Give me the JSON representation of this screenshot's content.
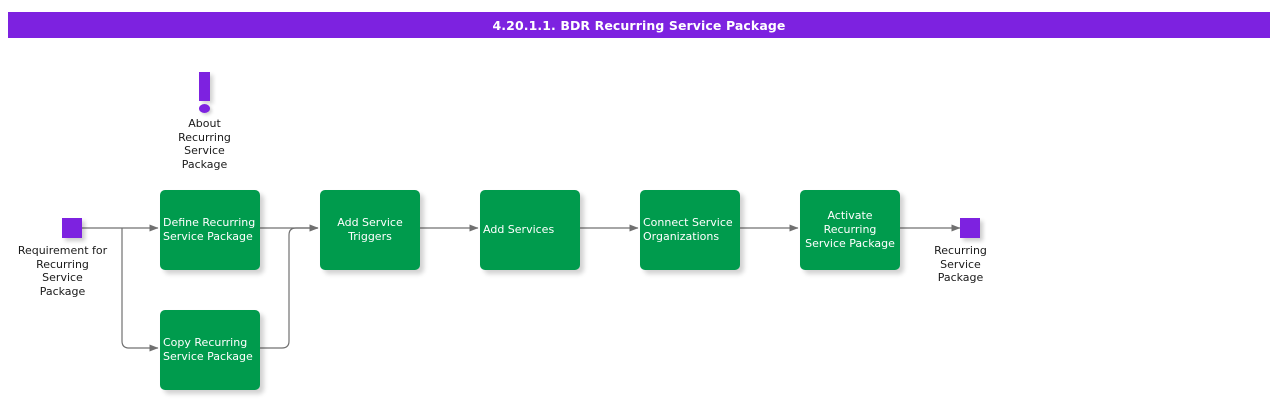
{
  "colors": {
    "title_bar": "#7d22e0",
    "title_text": "#ffffff",
    "process_box": "#009b4d",
    "process_text": "#ffffff",
    "terminator": "#7d22e0",
    "connector": "#707070",
    "label_text": "#1a1a1a",
    "page_background": "#ffffff"
  },
  "header": {
    "title": "4.20.1.1. BDR Recurring Service Package"
  },
  "diagram": {
    "type": "flowchart",
    "note": {
      "icon": "exclamation-icon",
      "label": "About\nRecurring\nService\nPackage"
    },
    "start_node": {
      "icon": "terminator-square",
      "label": "Requirement for\nRecurring\nService\nPackage"
    },
    "end_node": {
      "icon": "terminator-square",
      "label": "Recurring\nService\nPackage"
    },
    "steps": [
      {
        "id": "define-recurring-service-package",
        "label": "Define Recurring\nService Package",
        "align": "left"
      },
      {
        "id": "copy-recurring-service-package",
        "label": "Copy Recurring\nService Package",
        "align": "left"
      },
      {
        "id": "add-service-triggers",
        "label": "Add Service\nTriggers",
        "align": "center"
      },
      {
        "id": "add-services",
        "label": "Add Services",
        "align": "left"
      },
      {
        "id": "connect-service-organizations",
        "label": "Connect Service\nOrganizations",
        "align": "left"
      },
      {
        "id": "activate-recurring-service-package",
        "label": "Activate\nRecurring\nService Package",
        "align": "center"
      }
    ]
  }
}
